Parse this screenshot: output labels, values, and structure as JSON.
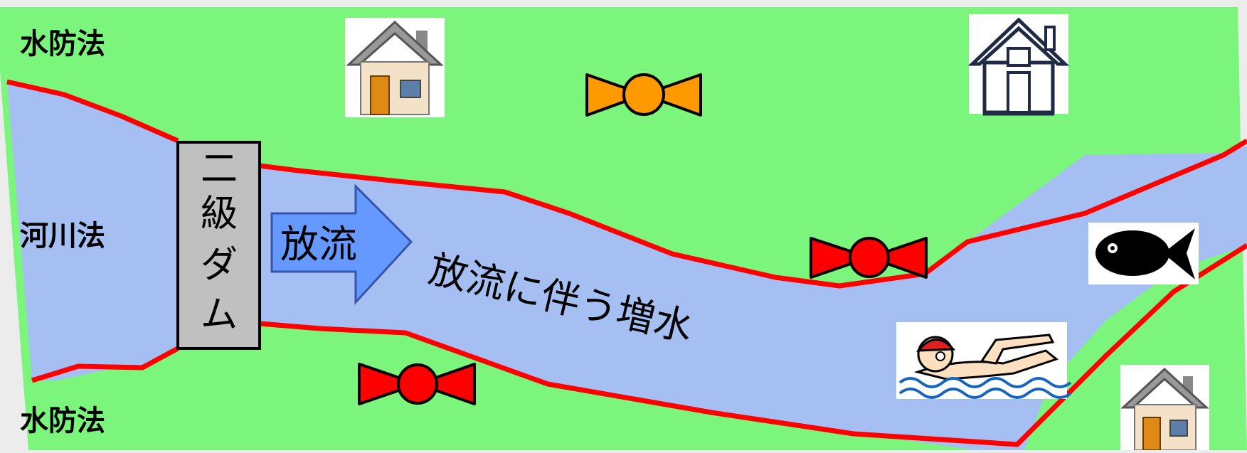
{
  "labels": {
    "top_law": "水防法",
    "middle_law": "河川法",
    "bottom_law": "水防法"
  },
  "dam": {
    "label_chars": [
      "二",
      "級",
      "ダ",
      "ム"
    ]
  },
  "arrow": {
    "label": "放流"
  },
  "river": {
    "caption": "放流に伴う増水"
  },
  "icons": [
    "house-icon",
    "house-outline-icon",
    "house-icon",
    "valve-orange-icon",
    "valve-red-icon",
    "valve-red-icon",
    "fish-icon",
    "swimmer-icon"
  ],
  "colors": {
    "land": "#7cf57c",
    "river": "#a6bff2",
    "bank_line": "#ff0000",
    "dam_fill": "#c0c0c0",
    "arrow_fill": "#6699ff",
    "valve_orange": "#ff9900",
    "valve_red": "#ff0000"
  }
}
